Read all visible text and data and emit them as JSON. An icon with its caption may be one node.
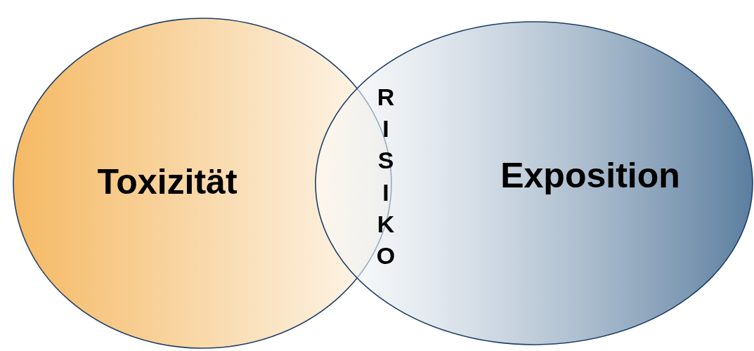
{
  "diagram": {
    "nodes": [
      {
        "text": [
          "Toxizität"
        ]
      },
      {
        "text": [
          "Exposition"
        ]
      }
    ],
    "labels": [
      "RISIKO"
    ]
  }
}
